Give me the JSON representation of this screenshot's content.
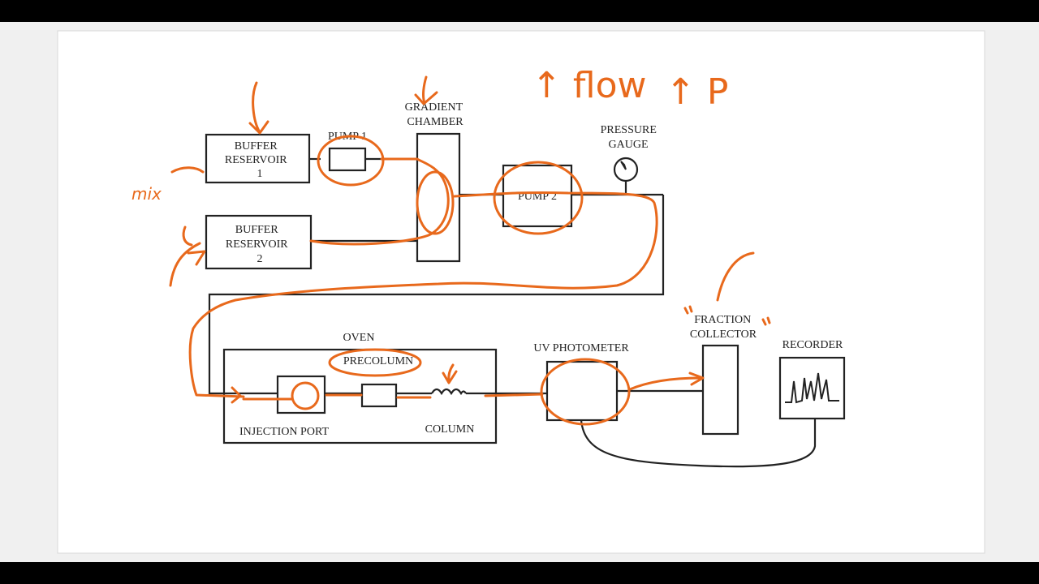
{
  "colors": {
    "frame_bar": "#000000",
    "frame_bg": "#f0f0f0",
    "slide_bg": "#ffffff",
    "ink_black": "#222222",
    "annotation_orange": "#e8691c"
  },
  "diagram": {
    "labels": {
      "buffer_reservoir_1": [
        "BUFFER",
        "RESERVOIR",
        "1"
      ],
      "buffer_reservoir_2": [
        "BUFFER",
        "RESERVOIR",
        "2"
      ],
      "pump_1": "PUMP 1",
      "gradient_chamber": [
        "GRADIENT",
        "CHAMBER"
      ],
      "pump_2": "PUMP 2",
      "pressure_gauge": [
        "PRESSURE",
        "GAUGE"
      ],
      "oven": "OVEN",
      "precolumn": "PRECOLUMN",
      "injection_port": "INJECTION PORT",
      "column": "COLUMN",
      "uv_photometer": "UV PHOTOMETER",
      "fraction_collector": [
        "FRACTION",
        "COLLECTOR"
      ],
      "recorder": "RECORDER"
    }
  },
  "annotations": {
    "flow_note": "↑ flow",
    "pressure_note": "↑ P",
    "side_note": "mix"
  }
}
